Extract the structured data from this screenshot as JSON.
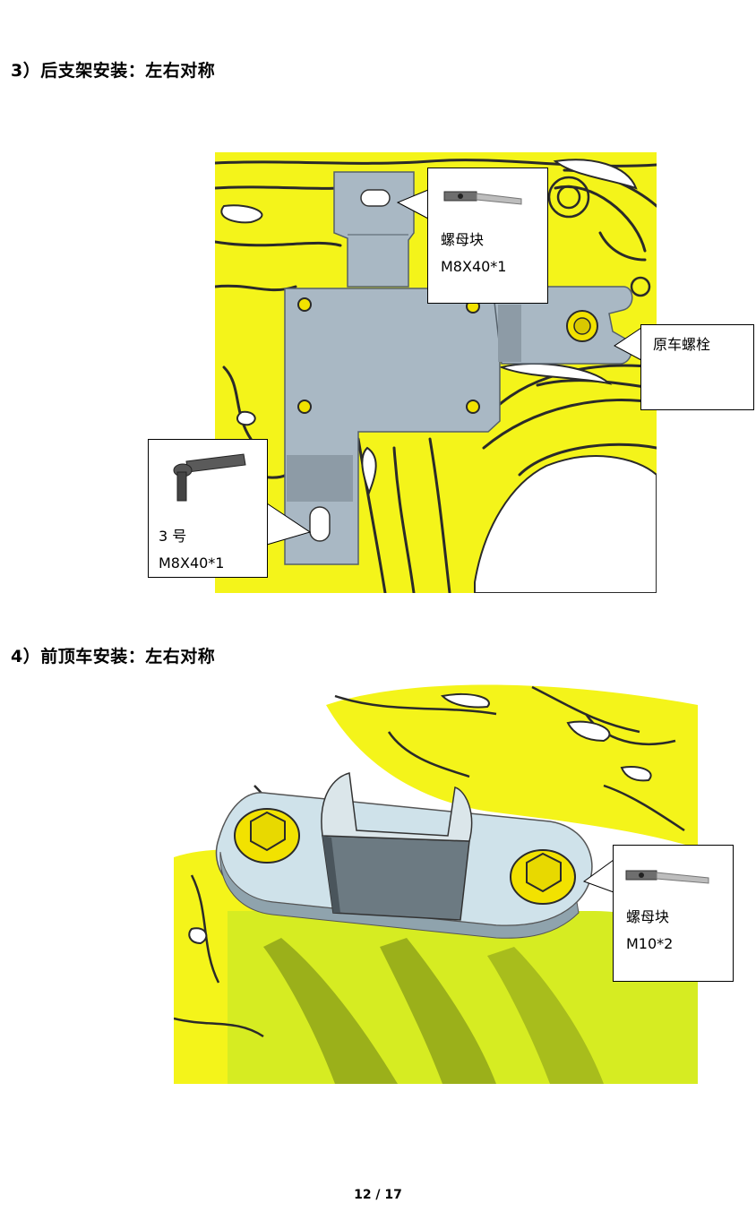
{
  "section3": {
    "heading": "3）后支架安装：左右对称",
    "callout_nut_block": {
      "name": "螺母块",
      "spec": "M8X40*1"
    },
    "callout_original_bolt": {
      "name": "原车螺栓"
    },
    "callout_no3": {
      "name": "3 号",
      "spec": "M8X40*1"
    }
  },
  "section4": {
    "heading": "4）前顶车安装：左右对称",
    "callout_nut_block": {
      "name": "螺母块",
      "spec": "M10*2"
    }
  },
  "footer": {
    "page": "12 / 17"
  },
  "colors": {
    "vehicle_yellow": "#f4f41a",
    "bracket_grey": "#a9b8c4",
    "plate_light_blue": "#cfe2ea",
    "bolt_yellow": "#f2e200",
    "outline_dark": "#2a2a2a"
  }
}
